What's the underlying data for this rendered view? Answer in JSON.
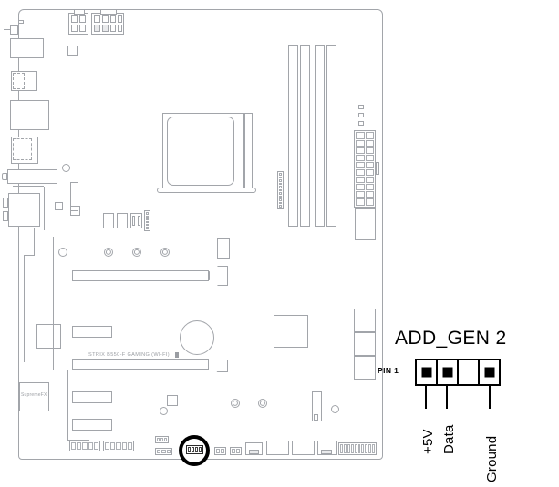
{
  "diagram": {
    "type": "motherboard-connector-pinout",
    "board_silkscreen": "STRIX B550-F GAMING (WI-FI)",
    "audio_codec_label": "SupremeFX"
  },
  "callout": {
    "title": "ADD_GEN 2",
    "pin1_label": "PIN 1",
    "pin_count": 4,
    "pins": [
      {
        "index": 1,
        "filled": true,
        "label": "+5V"
      },
      {
        "index": 2,
        "filled": true,
        "label": "Data"
      },
      {
        "index": 3,
        "filled": false,
        "label": ""
      },
      {
        "index": 4,
        "filled": true,
        "label": "Ground"
      }
    ],
    "signal_labels": [
      "+5V",
      "Data",
      "Ground"
    ]
  },
  "colors": {
    "pcb_line": "#a2a5aa",
    "callout_ink": "#000000",
    "background": "#ffffff",
    "highlight_ring": "#000000"
  }
}
